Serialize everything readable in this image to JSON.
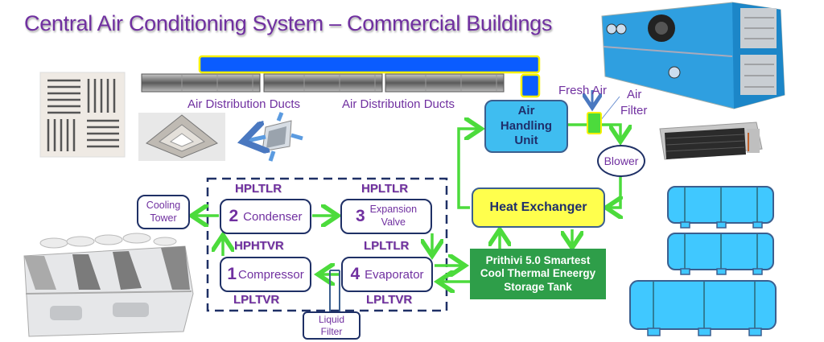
{
  "title": "Central Air Conditioning System – Commercial Buildings",
  "ducts": {
    "labels": [
      "Air Distribution Ducts",
      "Air Distribution Ducts"
    ]
  },
  "ahu": {
    "lines": [
      "Air",
      "Handling",
      "Unit"
    ]
  },
  "fresh_air": "Fresh Air",
  "air_filter": {
    "lines": [
      "Air",
      "Filter"
    ]
  },
  "blower": "Blower",
  "heat_exchanger": "Heat Exchanger",
  "storage_tank": {
    "lines": [
      "Prithivi 5.0 Smartest",
      "Cool Thermal Eneergy",
      "Storage Tank"
    ]
  },
  "cooling_tower": {
    "lines": [
      "Cooling",
      "Tower"
    ]
  },
  "refrigeration_cycle": {
    "condenser": {
      "number": "2",
      "label": "Condenser",
      "state_label": "HPLTLR"
    },
    "expansion_valve": {
      "number": "3",
      "lines": [
        "Expansion",
        "Valve"
      ],
      "state_label": "HPLTLR"
    },
    "compressor": {
      "number": "1",
      "label": "Compressor",
      "state_label_top": "HPHTVR",
      "state_label_bottom": "LPLTVR"
    },
    "evaporator": {
      "number": "4",
      "label": "Evaporator",
      "state_label_top": "LPLTLR",
      "state_label_bottom": "LPLTVR"
    }
  },
  "liquid_filter": {
    "lines": [
      "Liquid",
      "Filter"
    ]
  },
  "colors": {
    "title": "#7030a0",
    "arrow": "#4cdb3c",
    "box_border": "#1f3066",
    "ahu_fill": "#3fbdf0",
    "heat_exchanger_fill": "#ffff4d",
    "tank_fill": "#2e9e49",
    "duct_fill": "#0a5cff",
    "duct_outline": "#f5f000",
    "storage_vessel_fill": "#40c8ff"
  }
}
